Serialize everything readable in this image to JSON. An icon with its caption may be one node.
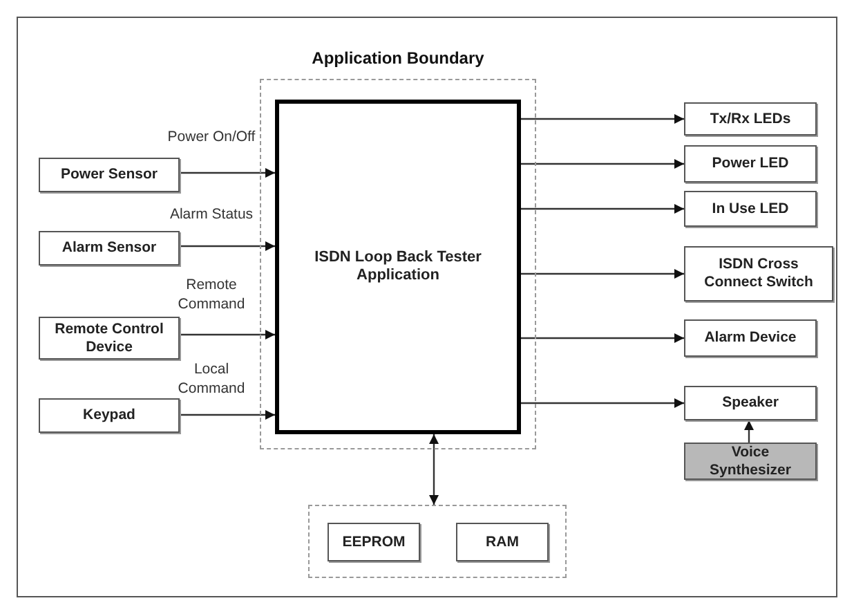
{
  "diagram": {
    "nodes": [
      {
        "text": [
          "Application Boundary"
        ]
      },
      {
        "text": [
          "ISDN Loop Back Tester Application"
        ],
        "in": 0
      },
      {
        "text": [
          "Power Sensor"
        ]
      },
      {
        "text": [
          "Alarm Sensor"
        ]
      },
      {
        "text": [
          "Remote Control Device"
        ]
      },
      {
        "text": [
          "Keypad"
        ]
      },
      {
        "text": [
          "Tx/Rx LEDs"
        ]
      },
      {
        "text": [
          "Power LED"
        ]
      },
      {
        "text": [
          "In Use LED"
        ]
      },
      {
        "text": [
          "ISDN Cross Connect Switch"
        ]
      },
      {
        "text": [
          "Alarm Device"
        ]
      },
      {
        "text": [
          "Speaker"
        ]
      },
      {
        "text": [
          "Voice Synthesizer"
        ]
      },
      {
        "text": [],
        "shape": "box"
      },
      {
        "text": [
          "EEPROM"
        ],
        "in": 13
      },
      {
        "text": [
          "RAM"
        ],
        "in": 13
      }
    ],
    "edges": [
      {
        "from": 2,
        "to": 1,
        "arrow": "to",
        "label": "Power On/Off"
      },
      {
        "from": 3,
        "to": 1,
        "arrow": "to",
        "label": "Alarm Status"
      },
      {
        "from": 4,
        "to": 1,
        "arrow": "to",
        "label": "Remote Command"
      },
      {
        "from": 5,
        "to": 1,
        "arrow": "to",
        "label": "Local Command"
      },
      {
        "from": 1,
        "to": 6,
        "arrow": "to"
      },
      {
        "from": 1,
        "to": 7,
        "arrow": "to"
      },
      {
        "from": 1,
        "to": 8,
        "arrow": "to"
      },
      {
        "from": 1,
        "to": 9,
        "arrow": "to"
      },
      {
        "from": 1,
        "to": 10,
        "arrow": "to"
      },
      {
        "from": 1,
        "to": 11,
        "arrow": "to"
      },
      {
        "from": 12,
        "to": 11,
        "arrow": "to"
      },
      {
        "from": 1,
        "to": 13,
        "arrow": "both"
      }
    ]
  }
}
